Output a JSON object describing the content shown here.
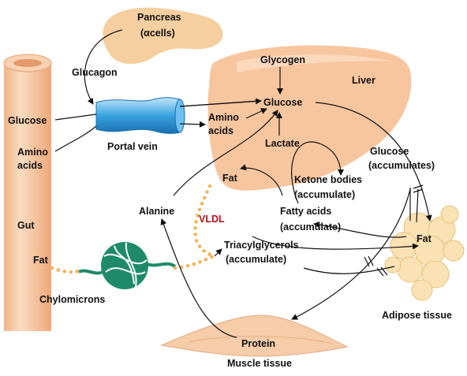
{
  "labels": {
    "pancreas": "Pancreas",
    "alpha_cells": "(αcells)",
    "glucagon": "Glucagon",
    "glycogen": "Glycogen",
    "liver": "Liver",
    "glucose_liver": "Glucose",
    "glucose_gut": "Glucose",
    "amino_acids_gut_1": "Amino",
    "amino_acids_gut_2": "acids",
    "amino_acids_portal_1": "Amino",
    "amino_acids_portal_2": "acids",
    "portal_vein": "Portal vein",
    "lactate": "Lactate",
    "glucose_accum_1": "Glucose",
    "glucose_accum_2": "(accumulates)",
    "fat_liver": "Fat",
    "ketone_1": "Ketone bodies",
    "ketone_2": "(accumulate)",
    "alanine": "Alanine",
    "vldl": "VLDL",
    "fatty_acids_1": "Fatty acids",
    "fatty_acids_2": "(accumulate)",
    "gut": "Gut",
    "fat_gut": "Fat",
    "triacylglycerols_1": "Triacylglycerols",
    "triacylglycerols_2": "(accumulate)",
    "fat_adipose": "Fat",
    "chylomicrons": "Chylomicrons",
    "adipose_tissue": "Adipose tissue",
    "protein": "Protein",
    "muscle_tissue": "Muscle tissue"
  },
  "colors": {
    "organ_fill": "#f6c9a4",
    "organ_light": "#fce3cc",
    "portal_vein": "#3aa3e0",
    "lymph": "#1f8a6a",
    "vldl_text": "#b5121b",
    "dots": "#f2b35a",
    "adipose": "#fae2b4"
  }
}
